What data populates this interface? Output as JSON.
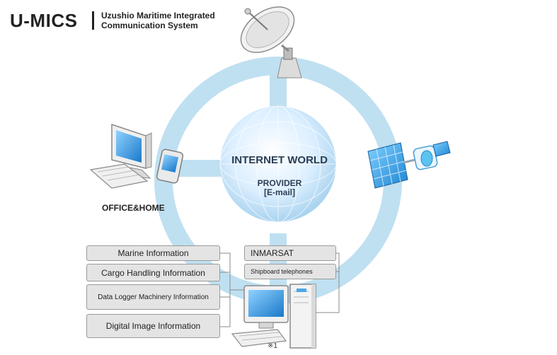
{
  "header": {
    "brand": "U-MICS",
    "subtitle_line1": "Uzushio Maritime Integrated",
    "subtitle_line2": "Communication System"
  },
  "center": {
    "title": "INTERNET WORLD",
    "line1": "PROVIDER",
    "line2": "[E-mail]"
  },
  "office": {
    "label": "OFFICE&HOME"
  },
  "info_boxes": [
    "Marine Information",
    "Cargo Handling  Information",
    "Data Logger Machinery Information",
    "Digital Image  Information"
  ],
  "comm_boxes": [
    "INMARSAT",
    "Shipboard telephones"
  ],
  "footnote": "※1",
  "colors": {
    "ring": "#bfe0f1",
    "globe": "#cfe8f7",
    "box_fill": "#e4e4e4",
    "box_border": "#9a9a9a",
    "screen": "#2c8fd8"
  },
  "icons": [
    "satellite-dish-icon",
    "satellite-icon",
    "desktop-computer-icon",
    "pda-icon",
    "ship-computer-icon",
    "globe-icon"
  ]
}
